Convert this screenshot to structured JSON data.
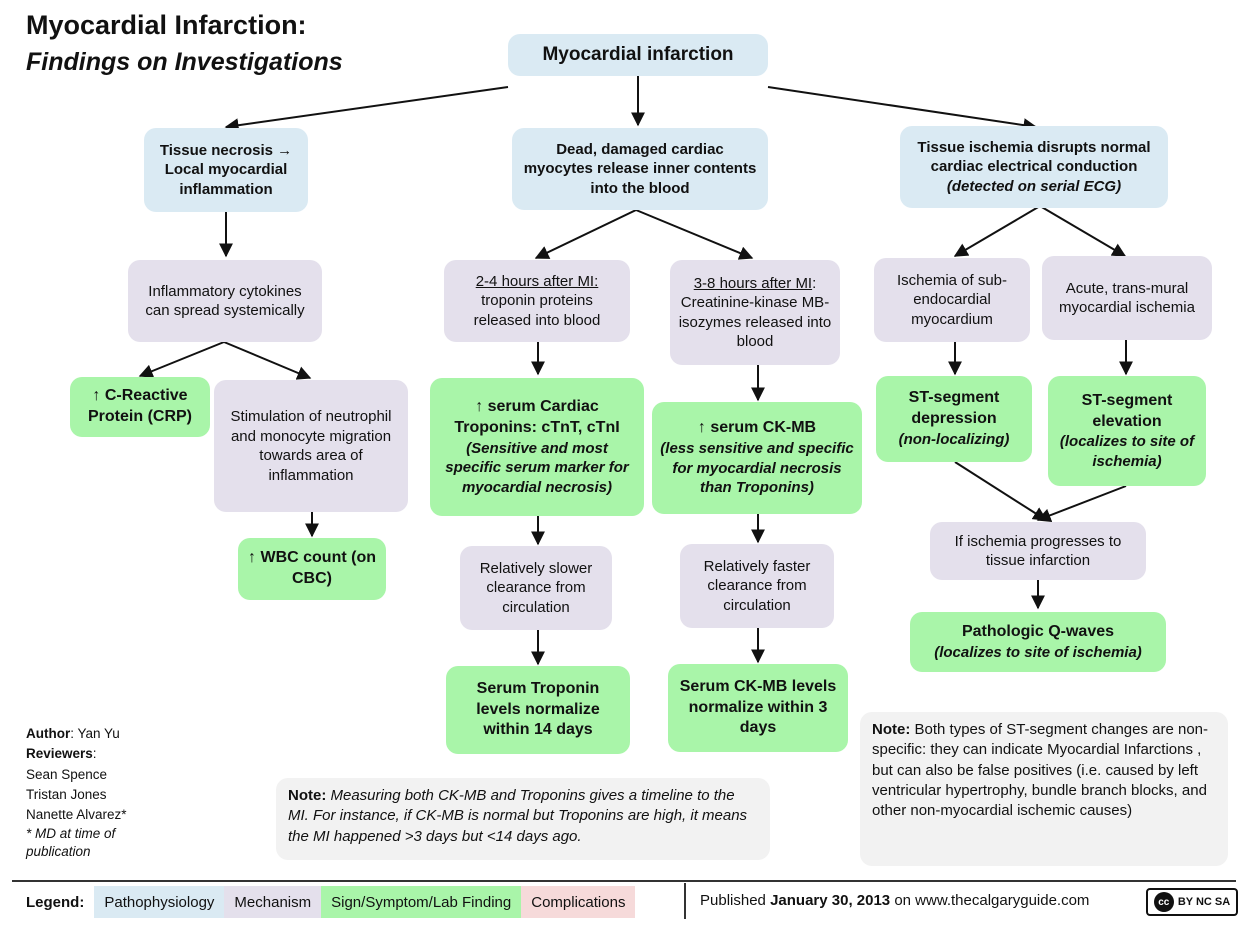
{
  "title": {
    "line1": "Myocardial Infarction:",
    "line2": "Findings on Investigations"
  },
  "nodes": {
    "root": "Myocardial infarction",
    "necrosis": "Tissue necrosis → Local myocardial inflammation",
    "dead_cells": "Dead, damaged cardiac myocytes release inner contents into the blood",
    "ischemia_main": "Tissue ischemia disrupts normal cardiac electrical conduction",
    "ischemia_main_sub": "(detected on serial ECG)",
    "cytokines": "Inflammatory cytokines can spread systemically",
    "crp": "↑ C-Reactive Protein (CRP)",
    "neutrophil": "Stimulation of neutrophil and monocyte migration towards area of inflammation",
    "wbc": "↑ WBC count (on CBC)",
    "trop_time": "2-4 hours after MI:",
    "trop_release": "troponin proteins released into blood",
    "ck_time": "3-8 hours after MI",
    "ck_release": "Creatinine-kinase MB-isozymes released into blood",
    "trop_serum": "↑ serum Cardiac Troponins: cTnT, cTnI",
    "trop_serum_sub": "(Sensitive and most specific serum marker for myocardial necrosis)",
    "ck_serum": "↑ serum CK-MB",
    "ck_serum_sub": "(less sensitive and specific for myocardial necrosis than Troponins)",
    "trop_clear": "Relatively slower clearance from circulation",
    "ck_clear": "Relatively faster clearance from circulation",
    "trop_norm": "Serum Troponin levels normalize within 14 days",
    "ck_norm": "Serum CK-MB levels normalize within 3 days",
    "subendo": "Ischemia of sub-endocardial myocardium",
    "transmural": "Acute, trans-mural myocardial ischemia",
    "st_dep": "ST-segment depression",
    "st_dep_sub": "(non-localizing)",
    "st_elev": "ST-segment elevation",
    "st_elev_sub": "(localizes to site of ischemia)",
    "progress": "If ischemia progresses to tissue infarction",
    "qwaves": "Pathologic Q-waves",
    "qwaves_sub": "(localizes to site of ischemia)"
  },
  "notes": {
    "note_label": "Note:",
    "note1_text": "Measuring both CK-MB and Troponins gives a timeline to the MI. For instance, if CK-MB is normal but Troponins are high, it means the MI happened >3 days but <14 days ago.",
    "note2_text": "Both types of ST-segment changes are non-specific: they can indicate Myocardial Infarctions , but can also be false positives (i.e. caused by left ventricular hypertrophy, bundle branch blocks, and other non-myocardial ischemic causes)"
  },
  "credits": {
    "author_label": "Author",
    "author": "Yan Yu",
    "reviewers_label": "Reviewers",
    "reviewers": [
      "Sean Spence",
      "Tristan Jones",
      "Nanette Alvarez*"
    ],
    "footnote": "* MD at time of publication"
  },
  "legend": {
    "label": "Legend:",
    "items": [
      "Pathophysiology",
      "Mechanism",
      "Sign/Symptom/Lab Finding",
      "Complications"
    ],
    "colors": [
      "#daeaf3",
      "#e4e0ec",
      "#a9f5a9",
      "#f6dada"
    ]
  },
  "footer": {
    "published_prefix": "Published",
    "date": "January 30, 2013",
    "site": "on www.thecalgaryguide.com",
    "license": "BY NC SA"
  }
}
